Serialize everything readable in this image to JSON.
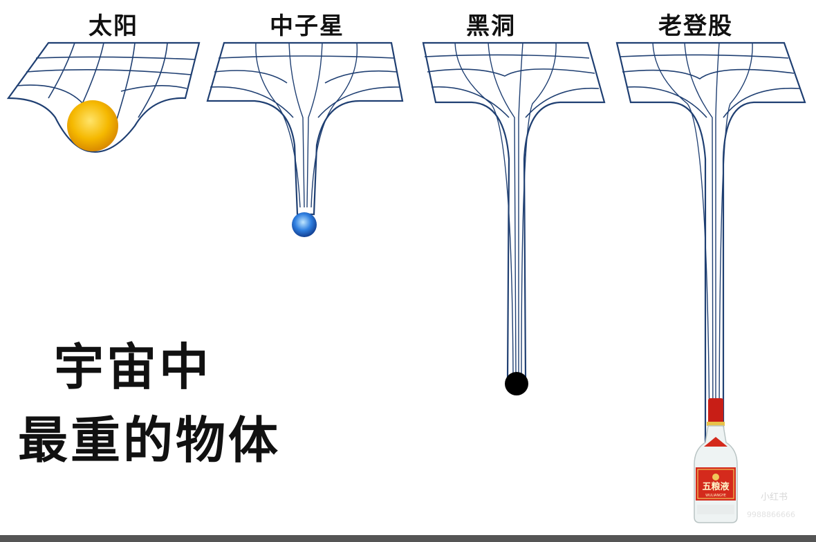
{
  "titles": {
    "sun": "太阳",
    "neutron_star": "中子星",
    "black_hole": "黑洞",
    "boss_stock": "老登股"
  },
  "caption": {
    "line1": "宇宙中",
    "line2": "最重的物体"
  },
  "bottle": {
    "brand": "五粮液",
    "brand_latin": "WULIANGYE"
  },
  "watermark": {
    "text": "小红书",
    "sub": "9988866666"
  },
  "colors": {
    "grid": "#1f3f72",
    "sun": "#f5b800",
    "neutron_star": "#2f7fe0",
    "black_hole": "#000000",
    "bottle_label": "#d42a1c"
  }
}
